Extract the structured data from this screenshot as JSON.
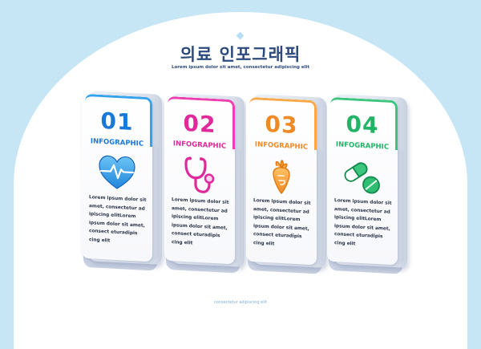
{
  "header": {
    "title": "의료 인포그래픽",
    "subtitle": "Lorem ipsum dolor sit amet, consectetur adipiscing elit"
  },
  "footer": {
    "text": "consectetur adipiscing elit"
  },
  "colors": {
    "background": "#c6e5f5",
    "title": "#2d4a7c",
    "card1": "#1a78d6",
    "card2": "#e0299a",
    "card3": "#f08a24",
    "card4": "#22b466"
  },
  "cards": [
    {
      "number": "01",
      "label": "INFOGRAPHIC",
      "icon": "heart-pulse-icon",
      "color": "#1a78d6",
      "text": "Lorem ipsum dolor sit amet, consectetur ad ipiscing elitLorem ipsum dolor sit amet, consect eturadipis cing elit"
    },
    {
      "number": "02",
      "label": "INFOGRAPHIC",
      "icon": "stethoscope-icon",
      "color": "#e0299a",
      "text": "Lorem ipsum dolor sit amet, consectetur ad ipiscing elitLorem ipsum dolor sit amet, consect eturadipis cing elit"
    },
    {
      "number": "03",
      "label": "INFOGRAPHIC",
      "icon": "carrot-icon",
      "color": "#f08a24",
      "text": "Lorem ipsum dolor sit amet, consectetur ad ipiscing elitLorem ipsum dolor sit amet, consect eturadipis cing elit"
    },
    {
      "number": "04",
      "label": "INFOGRAPHIC",
      "icon": "pills-icon",
      "color": "#22b466",
      "text": "Lorem ipsum dolor sit amet, consectetur ad ipiscing elitLorem ipsum dolor sit amet, consect eturadipis cing elit"
    }
  ]
}
